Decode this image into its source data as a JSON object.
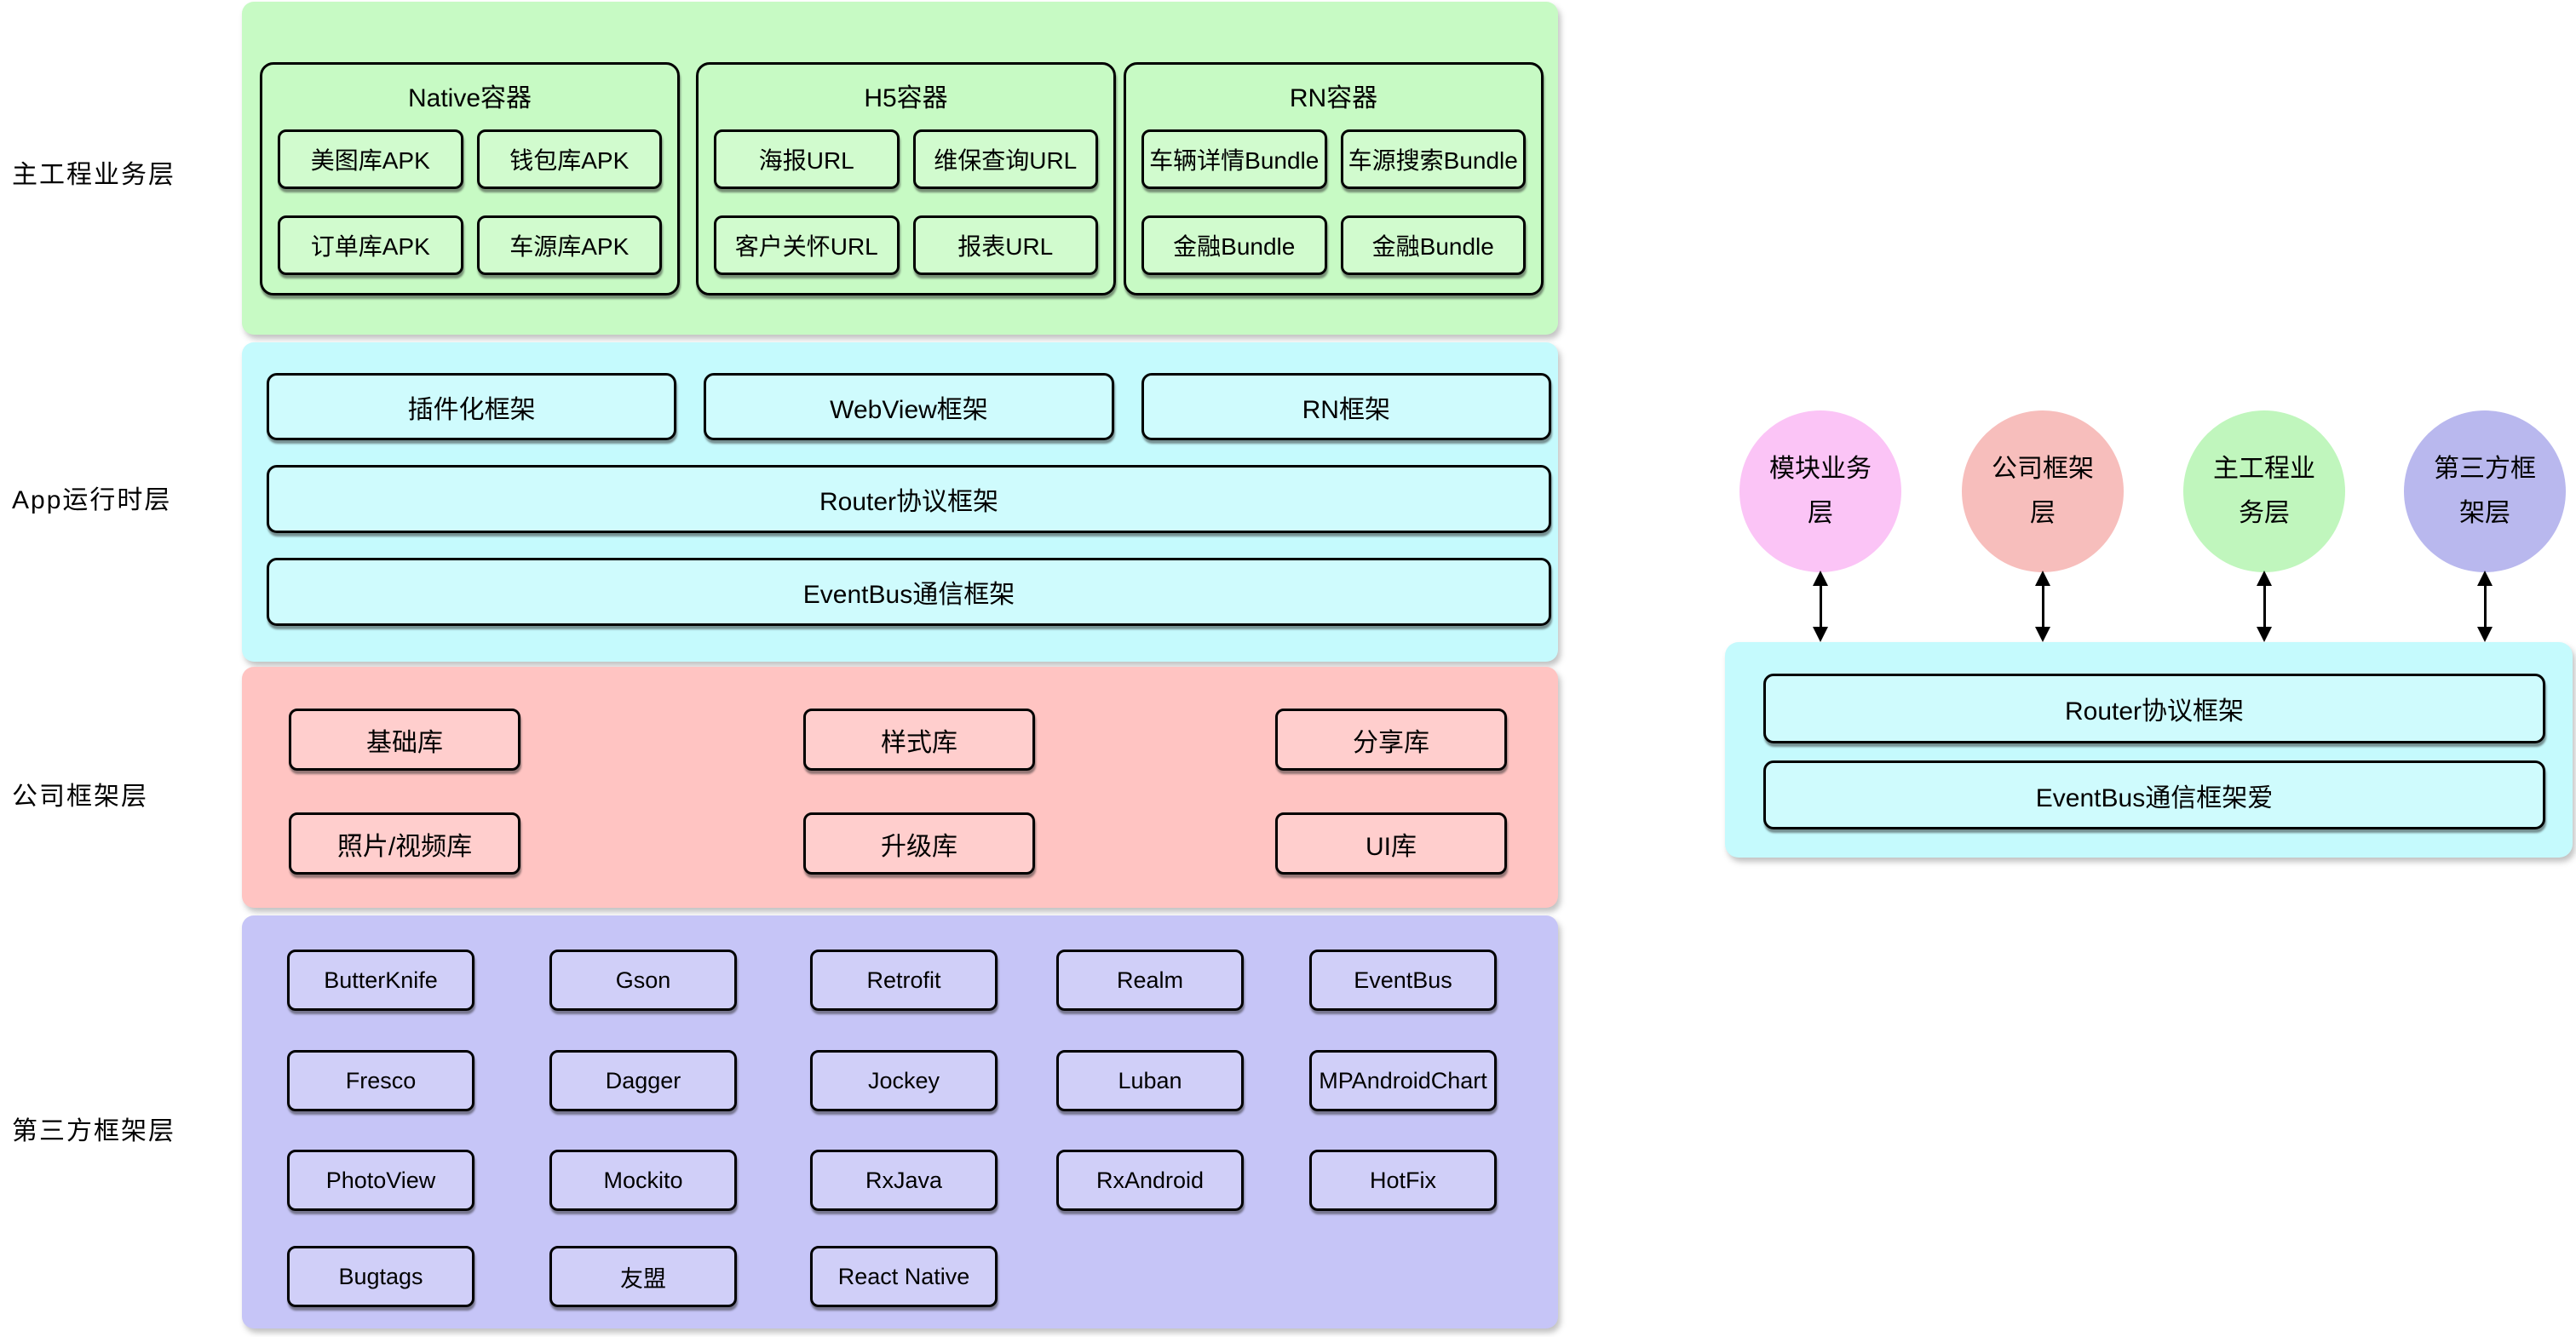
{
  "layers": {
    "main_business": {
      "label": "主工程业务层",
      "color": "#c7fac4",
      "containers": [
        {
          "title": "Native容器",
          "items": [
            "美图库APK",
            "钱包库APK",
            "订单库APK",
            "车源库APK"
          ]
        },
        {
          "title": "H5容器",
          "items": [
            "海报URL",
            "维保查询URL",
            "客户关怀URL",
            "报表URL"
          ]
        },
        {
          "title": "RN容器",
          "items": [
            "车辆详情Bundle",
            "车源搜索Bundle",
            "金融Bundle",
            "金融Bundle"
          ]
        }
      ]
    },
    "app_runtime": {
      "label": "App运行时层",
      "color": "#c5fafd",
      "framework_boxes": [
        "插件化框架",
        "WebView框架",
        "RN框架"
      ],
      "router_box": "Router协议框架",
      "eventbus_box": "EventBus通信框架"
    },
    "company_framework": {
      "label": "公司框架层",
      "color": "#ffc4c2",
      "libraries": [
        [
          "基础库",
          "样式库",
          "分享库"
        ],
        [
          "照片/视频库",
          "升级库",
          "UI库"
        ]
      ]
    },
    "third_party": {
      "label": "第三方框架层",
      "color": "#c6c5f7",
      "libraries": [
        [
          "ButterKnife",
          "Gson",
          "Retrofit",
          "Realm",
          "EventBus"
        ],
        [
          "Fresco",
          "Dagger",
          "Jockey",
          "Luban",
          "MPAndroidChart"
        ],
        [
          "PhotoView",
          "Mockito",
          "RxJava",
          "RxAndroid",
          "HotFix"
        ],
        [
          "Bugtags",
          "友盟",
          "React Native"
        ]
      ]
    }
  },
  "summary": {
    "circles": [
      {
        "line1": "模块业务",
        "line2": "层",
        "color": "#fbc4f6"
      },
      {
        "line1": "公司框架",
        "line2": "层",
        "color": "#f7bebc"
      },
      {
        "line1": "主工程业",
        "line2": "务层",
        "color": "#c0f6bd"
      },
      {
        "line1": "第三方框",
        "line2": "架层",
        "color": "#b9b8ee"
      }
    ],
    "panel": {
      "color": "#c5fafd",
      "router_box": "Router协议框架",
      "eventbus_box": "EventBus通信框架爱"
    }
  }
}
